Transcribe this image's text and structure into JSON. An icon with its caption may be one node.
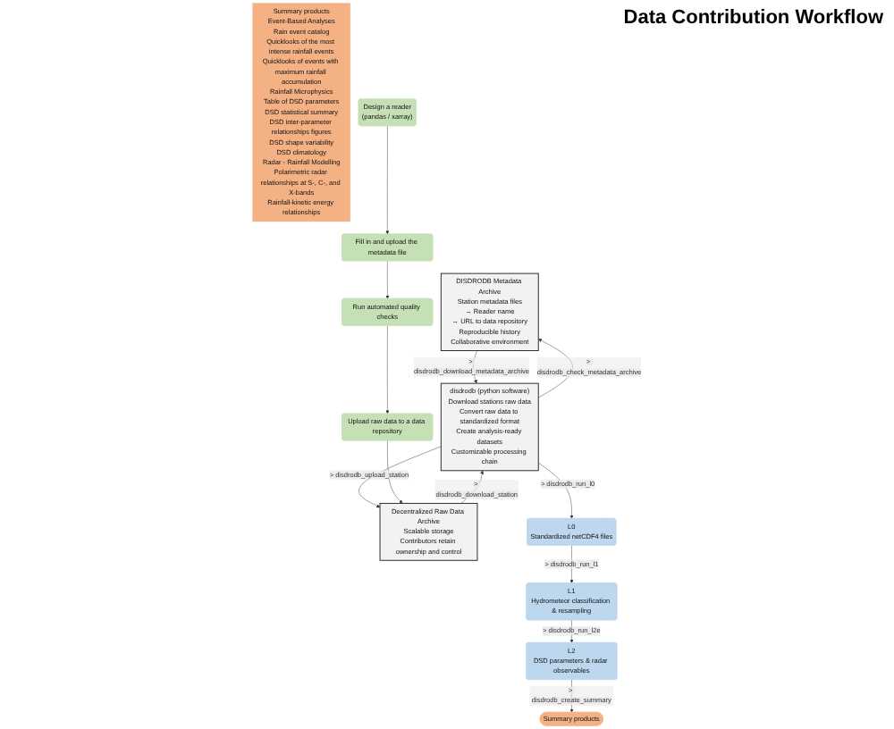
{
  "diagram": {
    "nodes": [
      {
        "text": [
          "DISDRODB Metadata Archive",
          "Station metadata files",
          "→ Reader name",
          "→ URL to data repository",
          "Reproducible history",
          "Collaborative environment"
        ]
      },
      {
        "text": [
          "Decentralized Raw Data Archive",
          "Scalable storage",
          "Contributors retain ownership and control"
        ]
      },
      {
        "text": [
          "disdrodb (python software)",
          "Download stations raw data",
          "Convert raw data to standardized format",
          "Create analysis-ready datasets",
          "Customizable processing chain"
        ]
      },
      {
        "text": [
          "L0",
          "Standardized netCDF4 files"
        ]
      },
      {
        "text": [
          "L1",
          "Hydrometeor classification & resampling"
        ]
      },
      {
        "text": [
          "L2",
          "DSD parameters & radar observables"
        ]
      },
      {
        "text": [
          "Summary products"
        ]
      },
      {
        "text": [
          "Summary products",
          "Event-Based Analyses",
          "Rain event catalog",
          "Quicklooks of the most intense rainfall events",
          "Quicklooks of events with maximum rainfall accumulation",
          "Rainfall Microphysics",
          "Table of DSD parameters",
          "DSD statistical summary",
          "DSD inter-parameter relationships figures",
          "DSD shape variability",
          "DSD climatology",
          "Radar - Rainfall Modelling",
          "Polarimetric radar relationships at S-, C-, and X-bands",
          "Rainfall-kinetic energy relationships"
        ]
      },
      {
        "text": [
          "Design a reader",
          "(pandas / xarray)"
        ]
      },
      {
        "text": [
          "Fill in and upload the metadata file"
        ]
      },
      {
        "text": [
          "Run automated quality checks"
        ]
      },
      {
        "text": [
          "Upload raw data to a data repository"
        ]
      }
    ],
    "edges": [
      {
        "from": 0,
        "to": 2,
        "arrow": "to",
        "label": "> disdrodb_download_metadata_archive"
      },
      {
        "from": 2,
        "to": 0,
        "arrow": "to",
        "label": "> disdrodb_check_metadata_archive"
      },
      {
        "from": 1,
        "to": 2,
        "arrow": "to",
        "label": "> disdrodb_download_station"
      },
      {
        "from": 2,
        "to": 1,
        "arrow": "to",
        "label": "> disdrodb_upload_station"
      },
      {
        "from": 2,
        "to": 3,
        "arrow": "to",
        "label": "> disdrodb_run_l0"
      },
      {
        "from": 3,
        "to": 4,
        "arrow": "to",
        "label": "> disdrodb_run_l1"
      },
      {
        "from": 4,
        "to": 5,
        "arrow": "to",
        "label": "> disdrodb_run_l2e"
      },
      {
        "from": 5,
        "to": 6,
        "arrow": "to",
        "label": "> disdrodb_create_summary"
      },
      {
        "from": 8,
        "to": 9,
        "arrow": "to"
      },
      {
        "from": 9,
        "to": 10,
        "arrow": "to"
      },
      {
        "from": 10,
        "to": 11,
        "arrow": "to"
      },
      {
        "from": 11,
        "to": 1,
        "arrow": "to"
      }
    ],
    "labels": [
      "Data Contribution Workflow"
    ]
  }
}
